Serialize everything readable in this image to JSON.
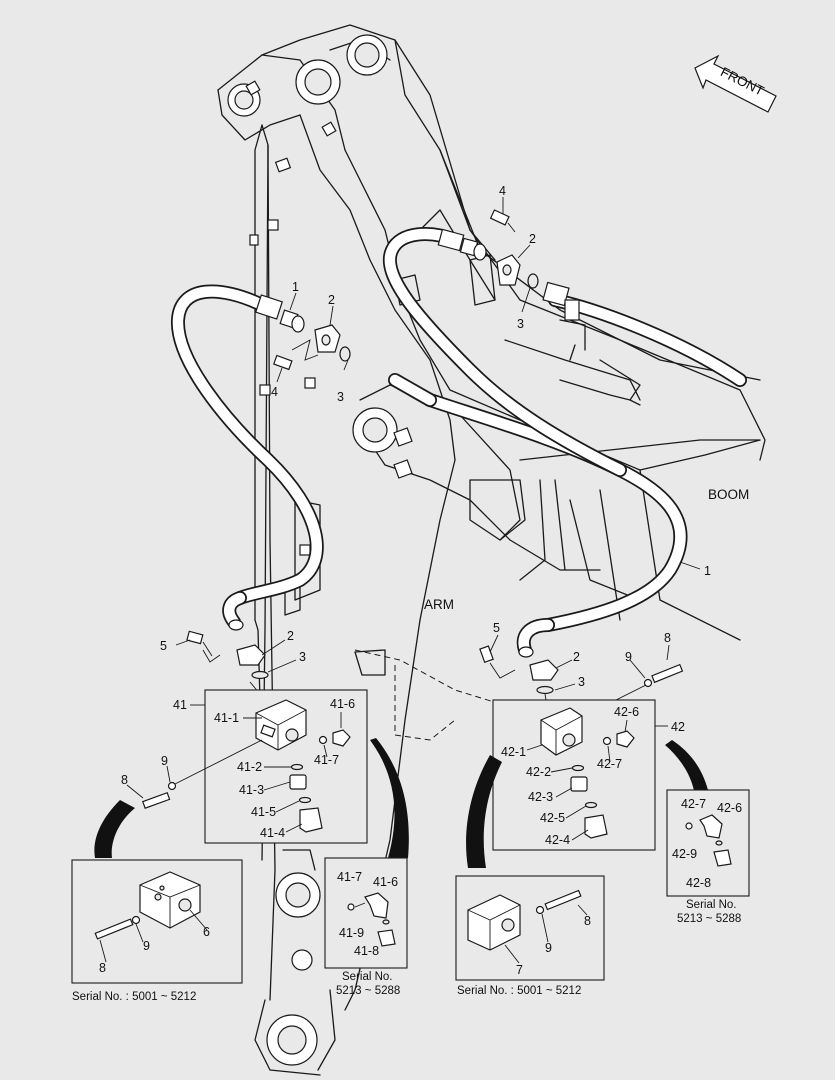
{
  "labels": {
    "front": "FRONT",
    "boom": "BOOM",
    "arm": "ARM",
    "hose": "1",
    "flange": "2",
    "oring": "3",
    "bolt": "4",
    "bolt5": "5",
    "block6": "6",
    "block7": "7",
    "bolt8": "8",
    "washer9": "9",
    "asm41": "41",
    "asm42": "42",
    "p41_1": "41-1",
    "p41_2": "41-2",
    "p41_3": "41-3",
    "p41_4": "41-4",
    "p41_5": "41-5",
    "p41_6": "41-6",
    "p41_7": "41-7",
    "p41_8": "41-8",
    "p41_9": "41-9",
    "p42_1": "42-1",
    "p42_2": "42-2",
    "p42_3": "42-3",
    "p42_4": "42-4",
    "p42_5": "42-5",
    "p42_6": "42-6",
    "p42_7": "42-7",
    "p42_8": "42-8",
    "p42_9": "42-9"
  },
  "serials": {
    "left_old": "Serial No. : 5001 ~ 5212",
    "right_old": "Serial No. : 5001 ~ 5212",
    "new_title": "Serial No.",
    "new_range": "5213 ~ 5288"
  }
}
